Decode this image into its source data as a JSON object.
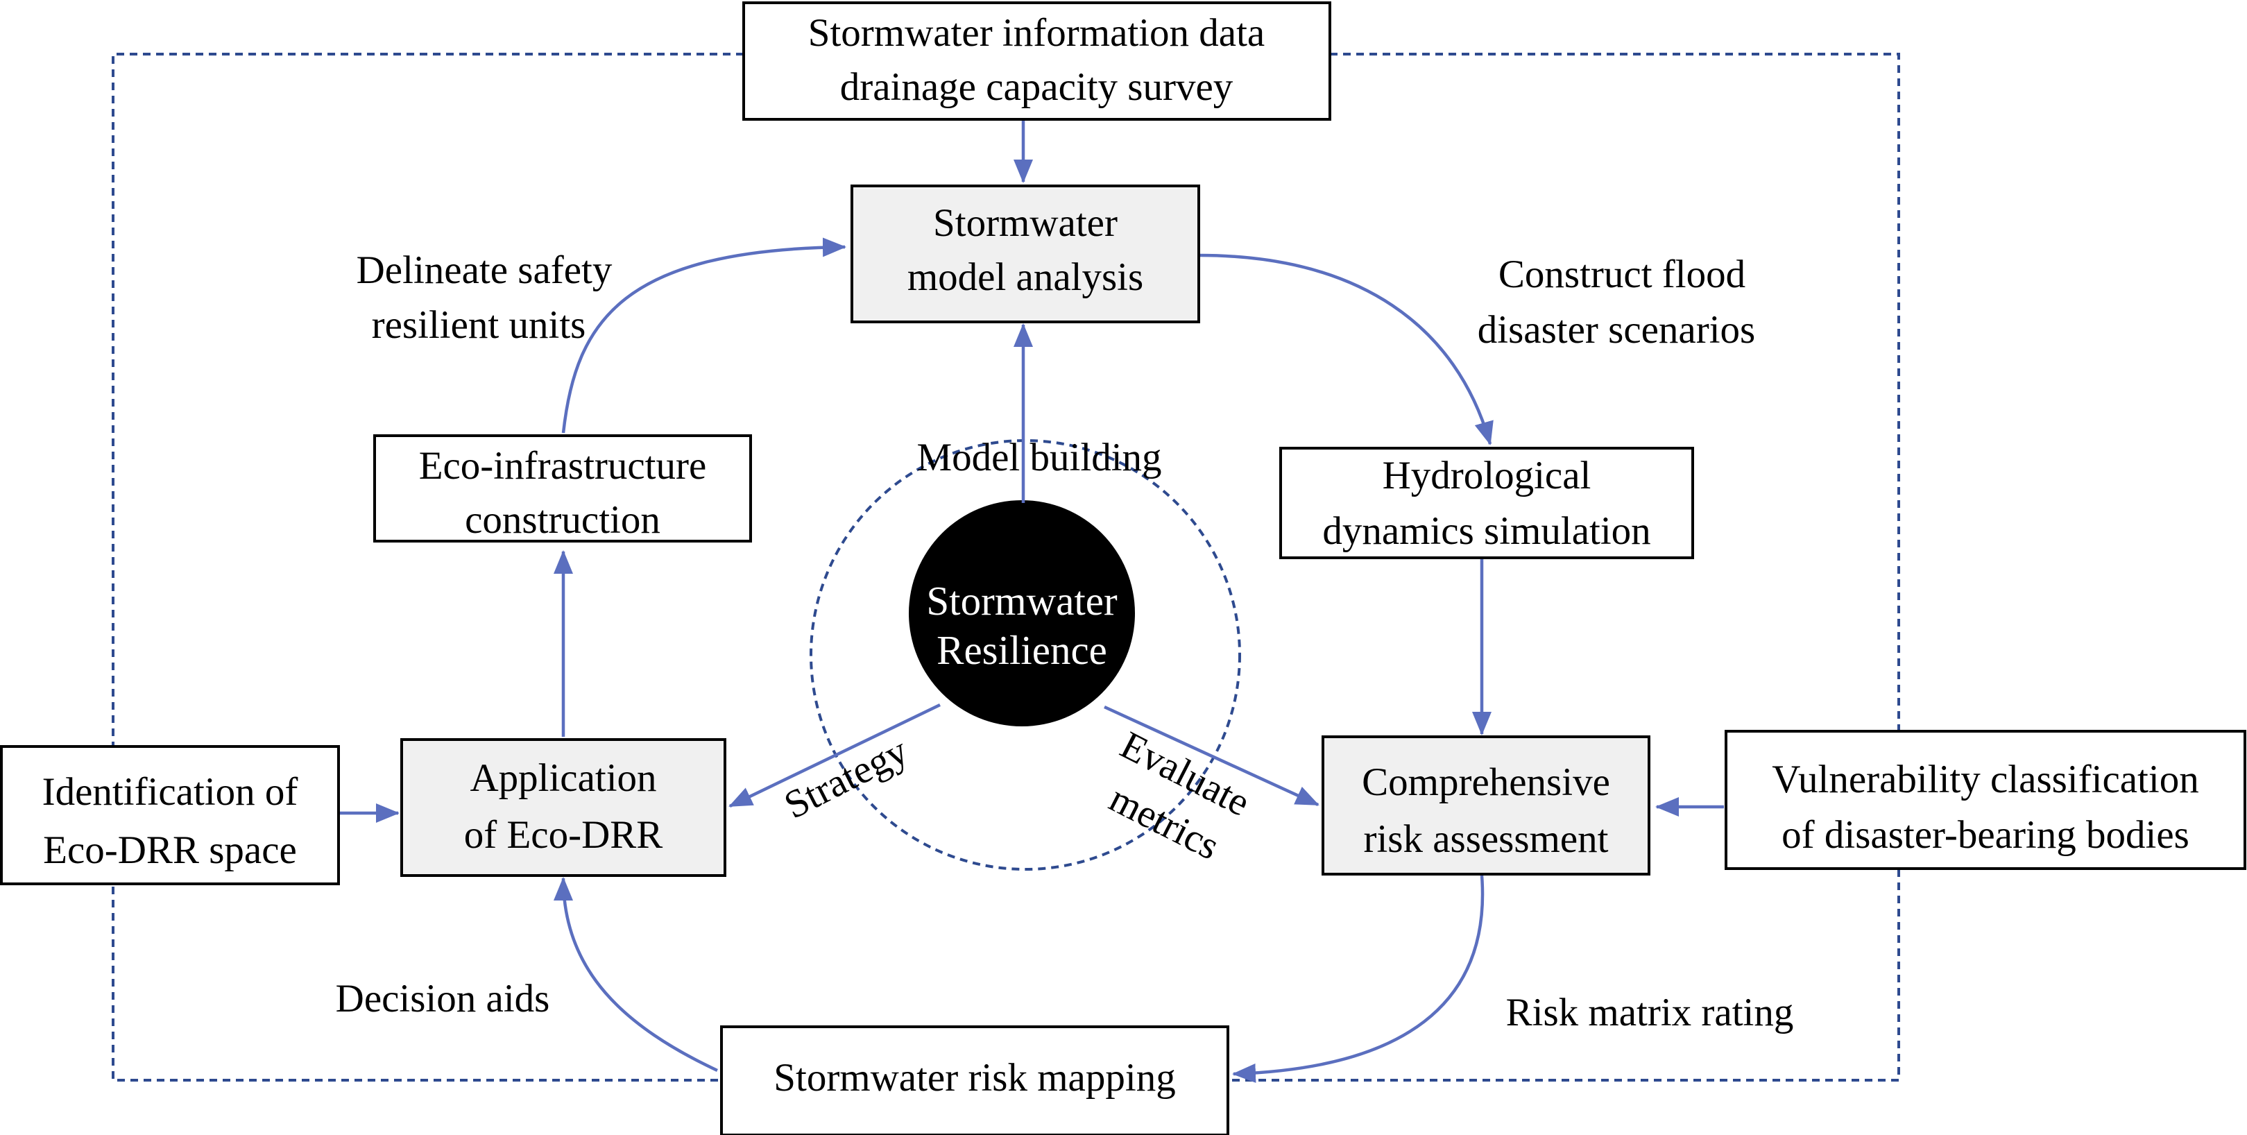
{
  "center": {
    "line1": "Stormwater",
    "line2": "Resilience"
  },
  "boxes": {
    "data_survey": {
      "line1": "Stormwater information data",
      "line2": "drainage capacity survey"
    },
    "model_analysis": {
      "line1": "Stormwater",
      "line2": "model analysis"
    },
    "hydro_sim": {
      "line1": "Hydrological",
      "line2": "dynamics simulation"
    },
    "risk_assess": {
      "line1": "Comprehensive",
      "line2": "risk assessment"
    },
    "vulnerability": {
      "line1": "Vulnerability classification",
      "line2": "of disaster-bearing bodies"
    },
    "risk_mapping": {
      "line1": "Stormwater risk mapping"
    },
    "eco_drr_app": {
      "line1": "Application",
      "line2": "of Eco-DRR"
    },
    "eco_drr_space": {
      "line1": "Identification of",
      "line2": "Eco-DRR space"
    },
    "eco_infra": {
      "line1": "Eco-infrastructure",
      "line2": "construction"
    }
  },
  "labels": {
    "delineate": {
      "line1": "Delineate safety",
      "line2": "resilient units"
    },
    "construct_flood": {
      "line1": "Construct flood",
      "line2": "disaster scenarios"
    },
    "risk_matrix": "Risk matrix rating",
    "decision_aids": "Decision aids",
    "model_building": "Model building",
    "strategy": "Strategy",
    "evaluate": {
      "line1": "Evaluate",
      "line2": "metrics"
    }
  },
  "colors": {
    "arrow": "#5b6fbf",
    "dashed": "#2e4a8f",
    "center_fill": "#000000",
    "grey_box": "#f0f0f0"
  }
}
